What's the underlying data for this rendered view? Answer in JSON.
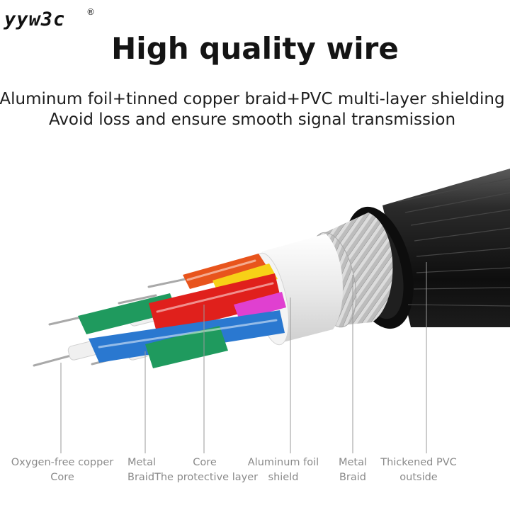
{
  "brand": {
    "name": "yyw3c",
    "mark": "®"
  },
  "headline": "High quality wire",
  "subtitle": [
    "Aluminum foil+tinned copper braid+PVC multi-layer shielding",
    "Avoid loss and ensure smooth signal transmission"
  ],
  "labels": [
    {
      "line1": "Oxygen-free copper",
      "line2": "Core"
    },
    {
      "line1": "Metal",
      "line2": "Braid"
    },
    {
      "line1": "Core",
      "line2": "The protective layer"
    },
    {
      "line1": "Aluminum foil",
      "line2": "shield"
    },
    {
      "line1": "Metal",
      "line2": "Braid"
    },
    {
      "line1": "Thickened PVC",
      "line2": "outside"
    }
  ],
  "colors": {
    "jacket": "#1a1a1a",
    "braid": "#c9c9c9",
    "foil": "#f2f2f2",
    "wire_orange": "#e8541c",
    "wire_yellow": "#f7d117",
    "wire_red": "#e0201c",
    "wire_magenta": "#e040d0",
    "wire_green": "#1f9a5e",
    "wire_blue": "#2a78d0",
    "copper": "#c8c8c8"
  }
}
